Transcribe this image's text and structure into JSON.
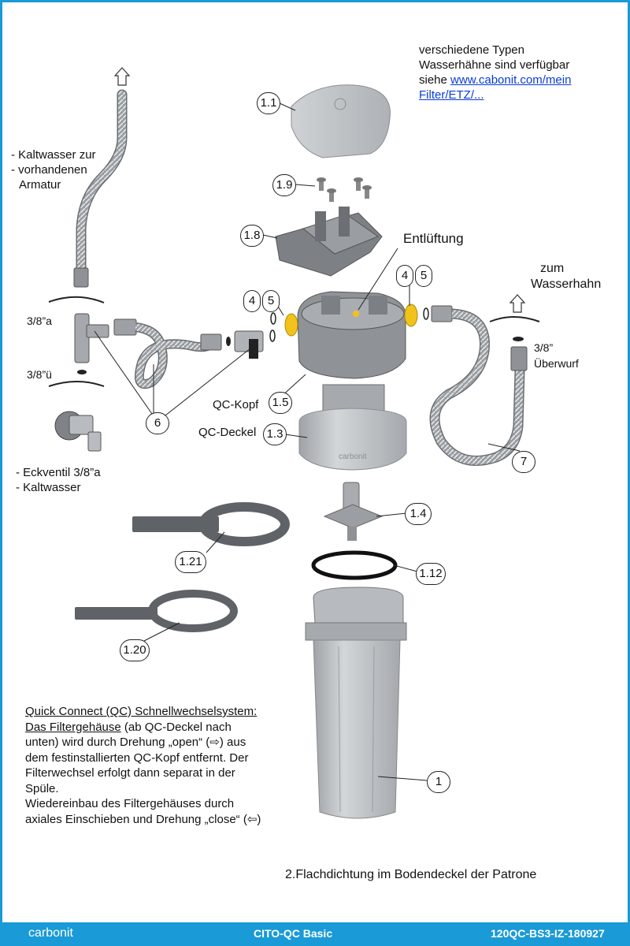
{
  "callouts": {
    "c1_1": "1.1",
    "c1_9": "1.9",
    "c1_8": "1.8",
    "c4a": "4",
    "c5a": "5",
    "c4b": "4",
    "c5b": "5",
    "c1_5": "1.5",
    "c1_3": "1.3",
    "c6": "6",
    "c7": "7",
    "c1_4": "1.4",
    "c1_21": "1.21",
    "c1_12": "1.12",
    "c1_20": "1.20",
    "c1": "1"
  },
  "labels": {
    "types_line1": "verschiedene Typen",
    "types_line2": "Wasserhähne sind verfügbar",
    "types_line3_prefix": "siehe ",
    "types_link1": "www.cabonit.com/mein",
    "types_link2": "Filter/ETZ/...",
    "cold_line1": "- Kaltwasser zur",
    "cold_line2": "- vorhandenen",
    "cold_line3": "Armatur",
    "entlueftung": "Entlüftung",
    "zum": "zum",
    "wasserhahn": "Wasserhahn",
    "size_a": "3/8”a",
    "size_u": "3/8”ü",
    "size_38": "3/8”",
    "ueberwurf": "Überwurf",
    "qc_kopf": "QC-Kopf",
    "qc_deckel": "QC-Deckel",
    "eckventil": "- Eckventil 3/8”a",
    "kaltwasser": "- Kaltwasser",
    "housing_logo": "carbonit"
  },
  "note": {
    "line1": "Quick Connect (QC) Schnellwechselsystem:",
    "line2_u": "Das Filtergehäuse",
    "line2_rest": " (ab QC-Deckel nach",
    "line3": "unten) wird durch Drehung „open“ (⇨) aus",
    "line4": "dem festinstallierten QC-Kopf entfernt. Der",
    "line5": "Filterwechsel erfolgt dann separat in der",
    "line6": "Spüle.",
    "line7": "Wiedereinbau  des Filtergehäuses durch",
    "line8": "axiales Einschieben und Drehung „close“ (⇦)"
  },
  "bottom_note": "2.Flachdichtung im Bodendeckel der Patrone",
  "footer": {
    "brand": "carbonit",
    "product": "CITO-QC Basic",
    "code": "120QC-BS3-IZ-180927"
  },
  "colors": {
    "frame": "#1a9ad6",
    "part_gray": "#b8bcc0",
    "dark_gray": "#6f7376",
    "gasket_yellow": "#f2c21c"
  },
  "icons": [
    "up-arrow-icon",
    "carbonit-logo-icon"
  ]
}
